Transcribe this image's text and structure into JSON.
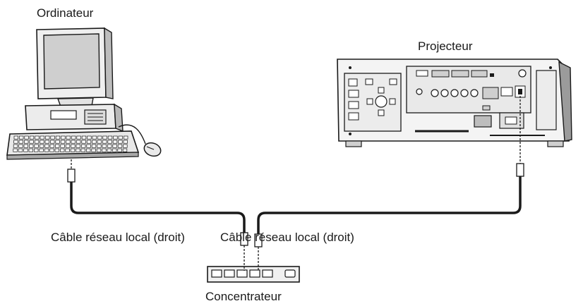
{
  "labels": {
    "computer": "Ordinateur",
    "projector": "Projecteur",
    "cable_left": "Câble réseau local (droit)",
    "cable_right": "Câble réseau local (droit)",
    "hub": "Concentrateur"
  },
  "colors": {
    "line": "#1a1a1a",
    "device_fill": "#f2f2f2",
    "device_dark": "#9a9a9a",
    "screen": "#d8d8d8"
  }
}
